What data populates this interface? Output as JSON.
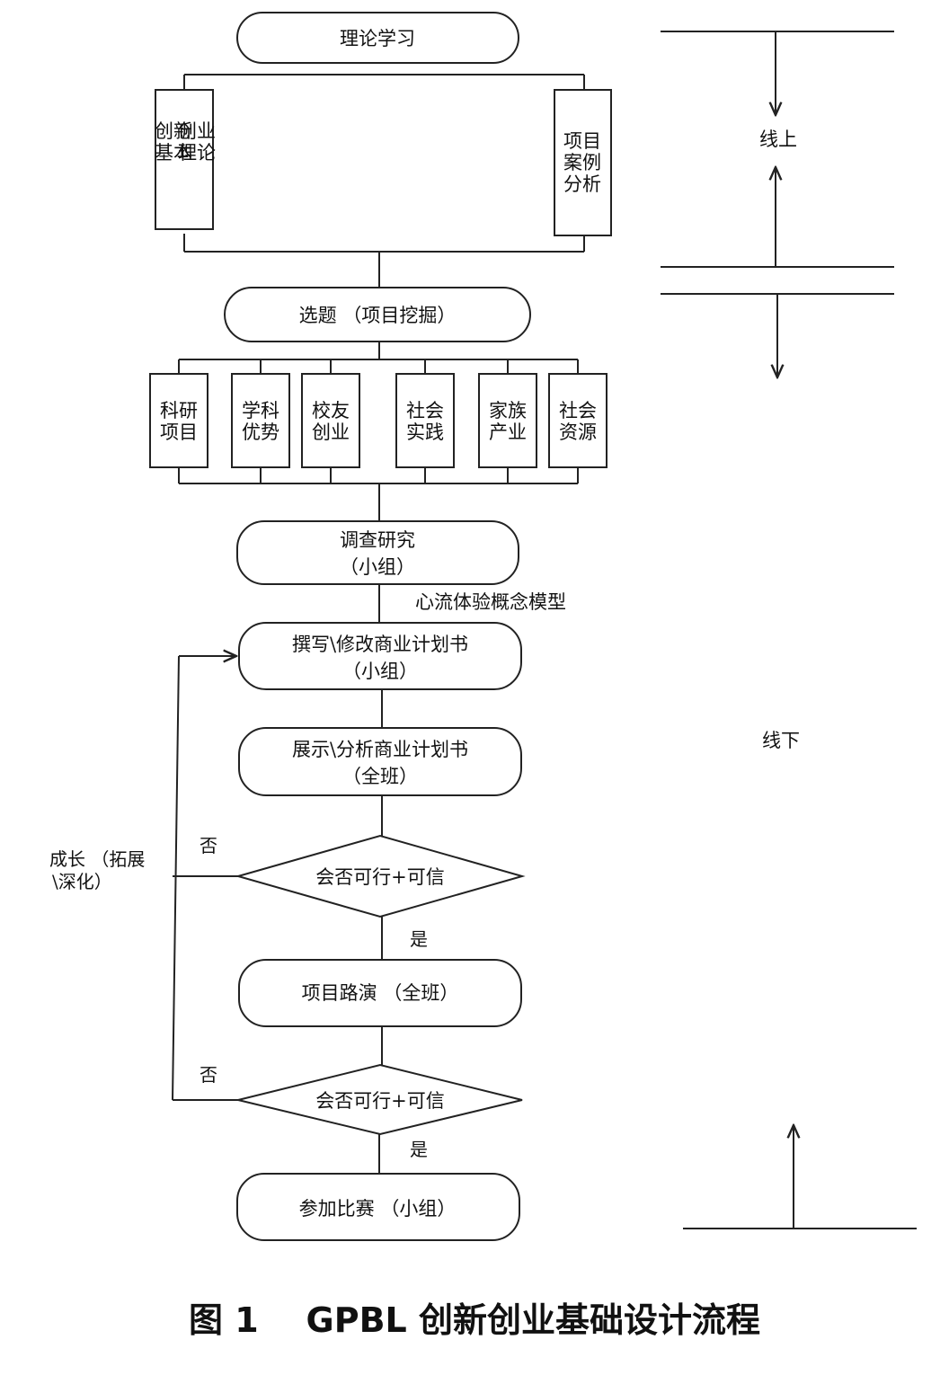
{
  "nodes": {
    "theory": "理论学习",
    "basic_theory": [
      "创新",
      "创业",
      "基本",
      "理论"
    ],
    "case_analysis": [
      "项目",
      "案例",
      "分析"
    ],
    "topic": "选题 （项目挖掘）",
    "sources": [
      [
        "科研",
        "项目"
      ],
      [
        "学科",
        "优势"
      ],
      [
        "校友",
        "创业"
      ],
      [
        "社会",
        "实践"
      ],
      [
        "家族",
        "产业"
      ],
      [
        "社会",
        "资源"
      ]
    ],
    "research": [
      "调查研究",
      "（小组）"
    ],
    "flow_model": "心流体验概念模型",
    "write_plan": [
      "撰写\\修改商业计划书",
      "（小组）"
    ],
    "show_plan": [
      "展示\\分析商业计划书",
      "（全班）"
    ],
    "decision1": "会否可行+可信",
    "roadshow": "项目路演 （全班）",
    "decision2": "会否可行+可信",
    "competition": "参加比赛 （小组）"
  },
  "labels": {
    "no1": "否",
    "yes1": "是",
    "no2": "否",
    "yes2": "是",
    "growth": [
      "成长 （拓展",
      "\\深化）"
    ],
    "online": "线上",
    "offline": "线下"
  },
  "caption": "图 1    GPBL 创新创业基础设计流程"
}
